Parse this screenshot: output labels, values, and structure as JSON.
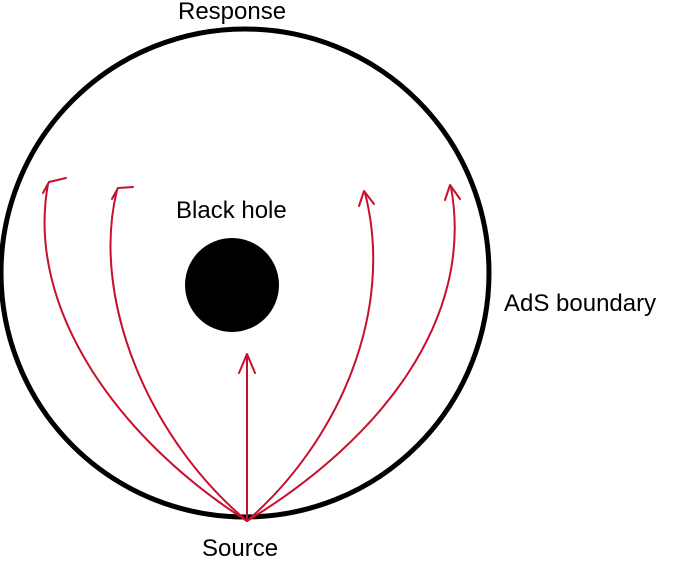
{
  "labels": {
    "response": "Response",
    "black_hole": "Black hole",
    "ads_boundary": "AdS boundary",
    "source": "Source"
  },
  "colors": {
    "boundary": "#000000",
    "black_hole": "#000000",
    "rays": "#c8102e"
  },
  "rays": {
    "count": 5,
    "origin": "source",
    "description_of_targets": "four curved rays to the upper boundary, one straight ray toward the black hole"
  }
}
